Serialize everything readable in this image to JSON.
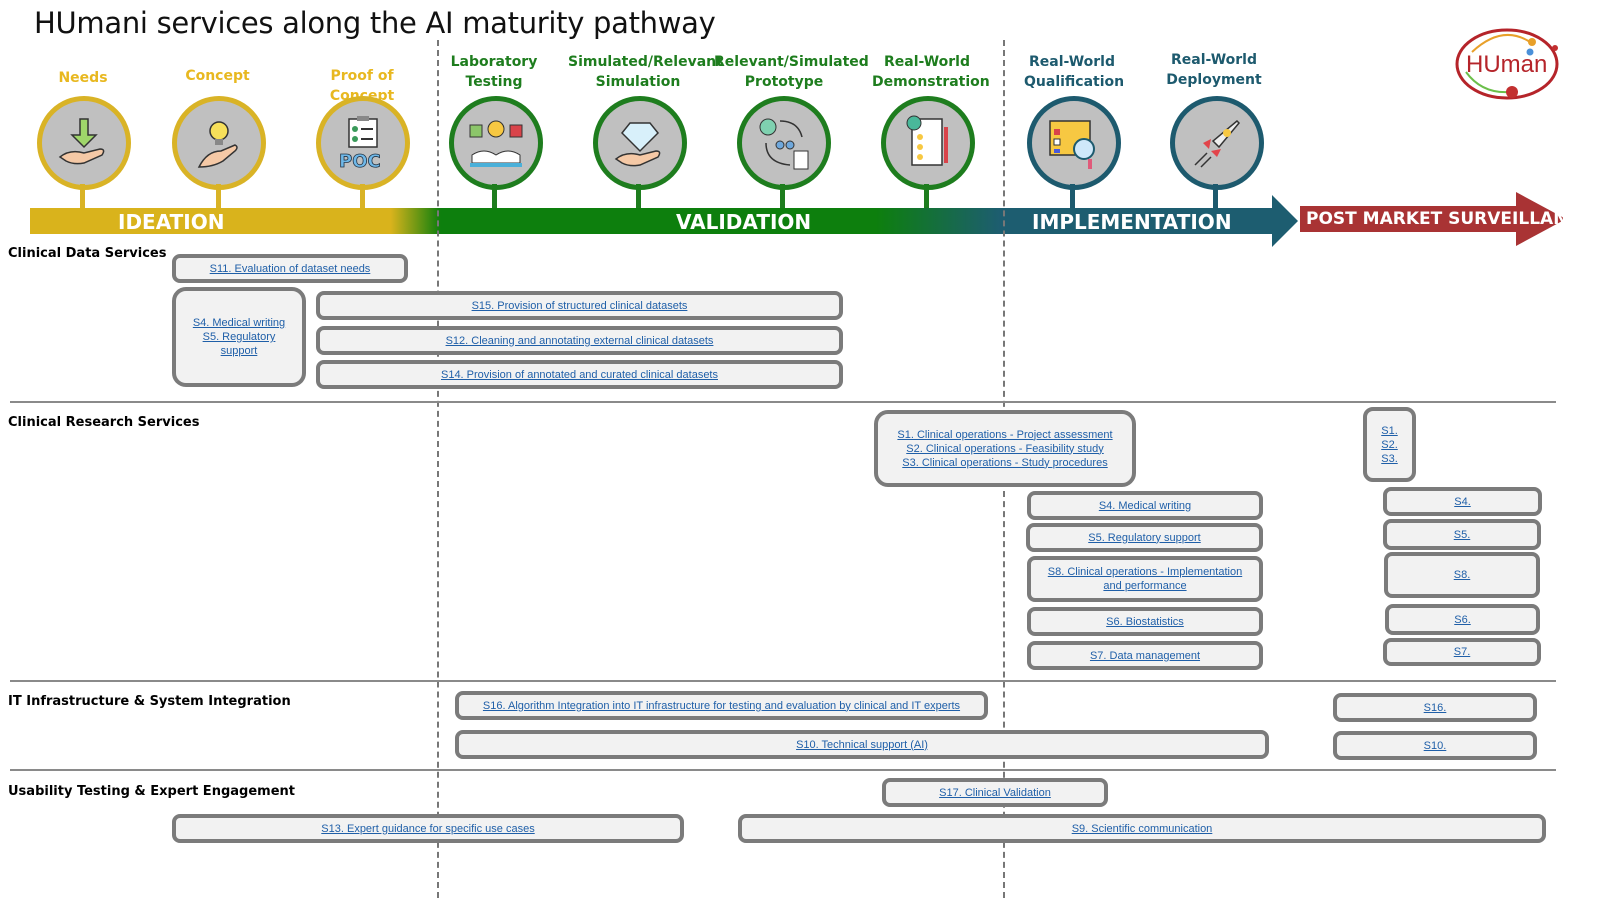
{
  "title": "HUmani services along the AI maturity pathway",
  "logo": {
    "text": "HUman",
    "icon": "humani-logo"
  },
  "colors": {
    "ideation": "#d9b31c",
    "validation": "#0d7f0d",
    "implementation": "#1d5d70",
    "post_market": "#a93334",
    "link": "#1f5fa8"
  },
  "stages": [
    {
      "label": "Needs",
      "phase": "ideation",
      "icon": "hand-download-icon"
    },
    {
      "label": "Concept",
      "phase": "ideation",
      "icon": "lightbulb-hand-icon"
    },
    {
      "label": "Proof of Concept",
      "phase": "ideation",
      "icon": "poc-clipboard-icon"
    },
    {
      "label": "Laboratory Testing",
      "phase": "validation",
      "icon": "book-lightbulb-icon"
    },
    {
      "label": "Simulated/Relevant Simulation",
      "phase": "validation",
      "icon": "diamond-hand-icon"
    },
    {
      "label": "Relevant/Simulated Prototype",
      "phase": "validation",
      "icon": "team-cycle-icon"
    },
    {
      "label": "Real-World Demonstration",
      "phase": "validation",
      "icon": "checklist-document-icon"
    },
    {
      "label": "Real-World Qualification",
      "phase": "implementation",
      "icon": "magnifier-checklist-icon"
    },
    {
      "label": "Real-World Deployment",
      "phase": "implementation",
      "icon": "rocket-icon"
    }
  ],
  "phases": {
    "ideation": "IDEATION",
    "validation": "VALIDATION",
    "implementation": "IMPLEMENTATION",
    "post_market": "POST MARKET SURVEILLANCE"
  },
  "categories": [
    "Clinical Data Services",
    "Clinical Research Services",
    "IT Infrastructure & System Integration",
    "Usability Testing & Expert Engagement"
  ],
  "services": {
    "s11": "S11. Evaluation of dataset needs",
    "s4_s5": [
      "S4. Medical writing",
      "S5. Regulatory",
      "support"
    ],
    "s15": "S15. Provision of structured clinical datasets",
    "s12": "S12. Cleaning and annotating external clinical datasets",
    "s14": "S14. Provision of annotated and curated clinical datasets",
    "s1_s3": [
      "S1. Clinical operations - Project assessment",
      "S2. Clinical operations - Feasibility study",
      "S3. Clinical operations - Study procedures"
    ],
    "s4": "S4. Medical writing",
    "s5": "S5. Regulatory support",
    "s8": [
      "S8. Clinical operations - Implementation",
      "and performance"
    ],
    "s6": "S6. Biostatistics",
    "s7": "S7. Data management",
    "pm_s1_s3": [
      "S1.",
      "S2.",
      "S3."
    ],
    "pm_s4": "S4.",
    "pm_s5": "S5.",
    "pm_s8": "S8.",
    "pm_s6": "S6.",
    "pm_s7": "S7.",
    "s16": "S16. Algorithm Integration into IT infrastructure for testing and evaluation by clinical and IT experts",
    "s10": "S10. Technical support (AI)",
    "pm_s16": "S16.",
    "pm_s10": "S10.",
    "s17": "S17. Clinical Validation",
    "s13": "S13. Expert guidance for specific use cases",
    "s9": "S9. Scientific communication"
  }
}
